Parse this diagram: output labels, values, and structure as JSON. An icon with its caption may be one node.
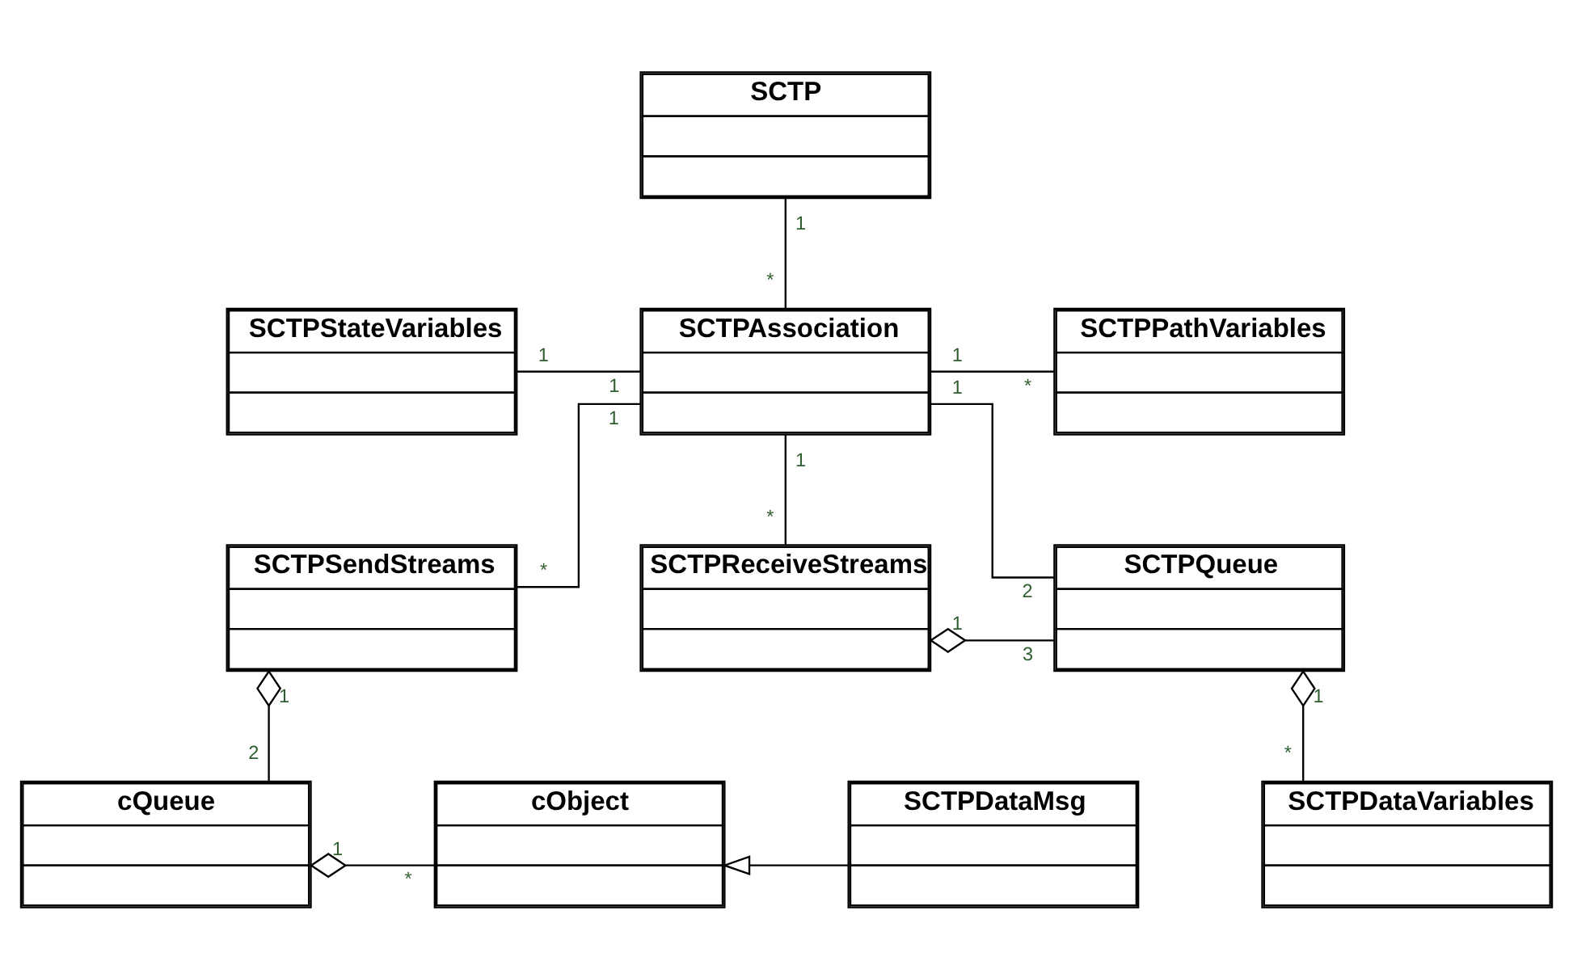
{
  "diagram": {
    "nodes": [
      {
        "text": [
          "SCTP"
        ]
      },
      {
        "text": [
          "SCTPStateVariables"
        ]
      },
      {
        "text": [
          "SCTPAssociation"
        ]
      },
      {
        "text": [
          "SCTPPathVariables"
        ]
      },
      {
        "text": [
          "SCTPSendStreams"
        ]
      },
      {
        "text": [
          "SCTPReceiveStreams"
        ]
      },
      {
        "text": [
          "SCTPQueue"
        ]
      },
      {
        "text": [
          "cQueue"
        ]
      },
      {
        "text": [
          "cObject"
        ]
      },
      {
        "text": [
          "SCTPDataMsg"
        ]
      },
      {
        "text": [
          "SCTPDataVariables"
        ]
      }
    ],
    "edges": [
      {
        "from": 0,
        "to": 2,
        "arrow": "none"
      },
      {
        "from": 1,
        "to": 2,
        "arrow": "none"
      },
      {
        "from": 2,
        "to": 3,
        "arrow": "none"
      },
      {
        "from": 2,
        "to": 4,
        "arrow": "none"
      },
      {
        "from": 2,
        "to": 5,
        "arrow": "none"
      },
      {
        "from": 2,
        "to": 6,
        "arrow": "none"
      },
      {
        "from": 5,
        "to": 6,
        "arrow": "other"
      },
      {
        "from": 4,
        "to": 7,
        "arrow": "other"
      },
      {
        "from": 6,
        "to": 10,
        "arrow": "other"
      },
      {
        "from": 7,
        "to": 8,
        "arrow": "other"
      },
      {
        "from": 9,
        "to": 8,
        "arrow": "to"
      }
    ],
    "labels": [
      "1",
      "*",
      "1",
      "1",
      "1",
      "*",
      "1",
      "1",
      "1",
      "*",
      "*",
      "2",
      "1",
      "3",
      "1",
      "1",
      "2",
      "*",
      "1",
      "*"
    ]
  }
}
